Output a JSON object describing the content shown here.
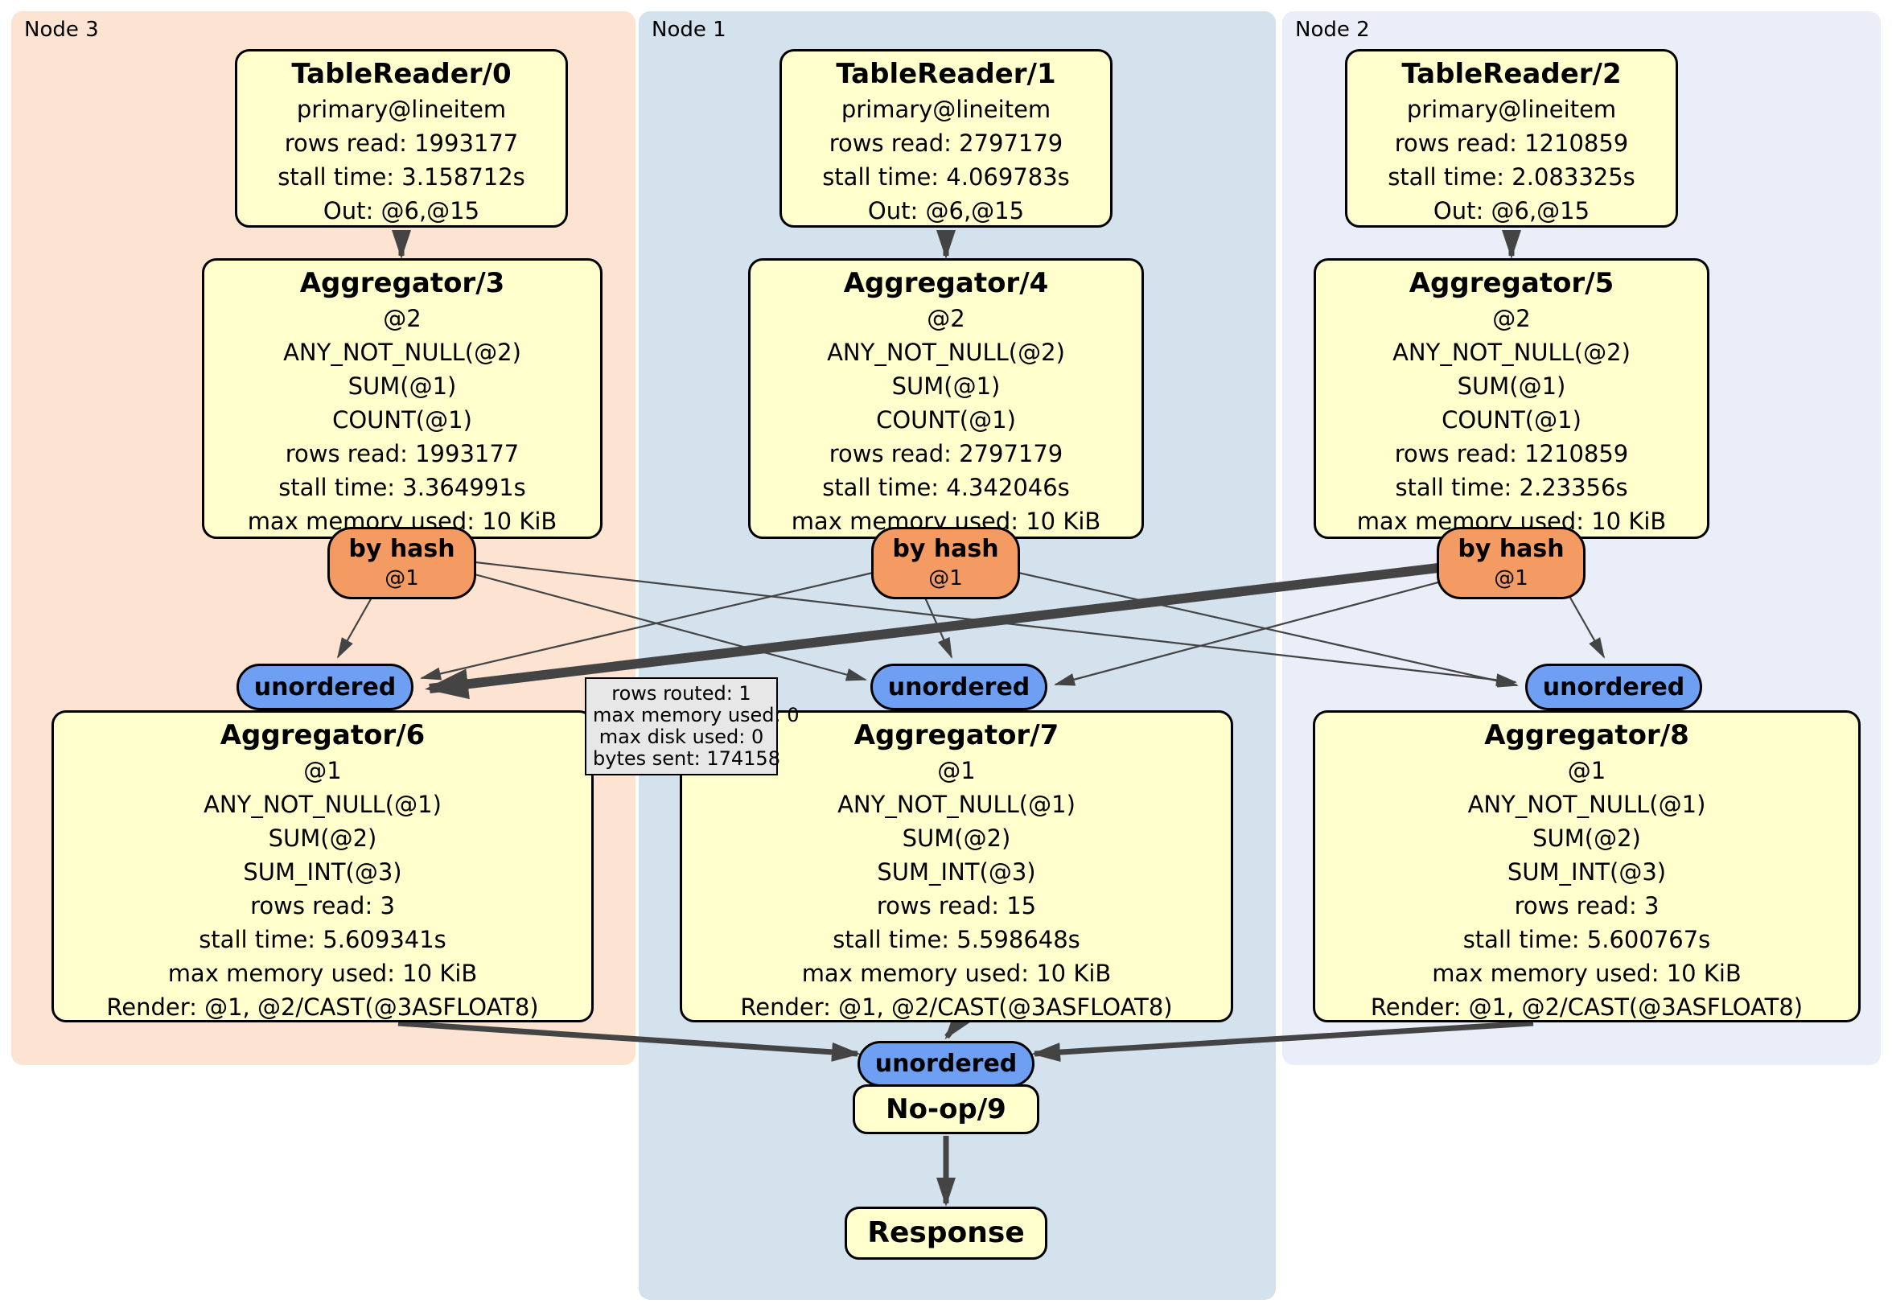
{
  "nodes": [
    {
      "label": "Node 3"
    },
    {
      "label": "Node 1"
    },
    {
      "label": "Node 2"
    }
  ],
  "processors": {
    "tr0": {
      "title": "TableReader/0",
      "lines": [
        "primary@lineitem",
        "rows read: 1993177",
        "stall time: 3.158712s",
        "Out: @6,@15"
      ]
    },
    "tr1": {
      "title": "TableReader/1",
      "lines": [
        "primary@lineitem",
        "rows read: 2797179",
        "stall time: 4.069783s",
        "Out: @6,@15"
      ]
    },
    "tr2": {
      "title": "TableReader/2",
      "lines": [
        "primary@lineitem",
        "rows read: 1210859",
        "stall time: 2.083325s",
        "Out: @6,@15"
      ]
    },
    "ag3": {
      "title": "Aggregator/3",
      "lines": [
        "@2",
        "ANY_NOT_NULL(@2)",
        "SUM(@1)",
        "COUNT(@1)",
        "rows read: 1993177",
        "stall time: 3.364991s",
        "max memory used: 10 KiB"
      ]
    },
    "ag4": {
      "title": "Aggregator/4",
      "lines": [
        "@2",
        "ANY_NOT_NULL(@2)",
        "SUM(@1)",
        "COUNT(@1)",
        "rows read: 2797179",
        "stall time: 4.342046s",
        "max memory used: 10 KiB"
      ]
    },
    "ag5": {
      "title": "Aggregator/5",
      "lines": [
        "@2",
        "ANY_NOT_NULL(@2)",
        "SUM(@1)",
        "COUNT(@1)",
        "rows read: 1210859",
        "stall time: 2.23356s",
        "max memory used: 10 KiB"
      ]
    },
    "ag6": {
      "title": "Aggregator/6",
      "lines": [
        "@1",
        "ANY_NOT_NULL(@1)",
        "SUM(@2)",
        "SUM_INT(@3)",
        "rows read: 3",
        "stall time: 5.609341s",
        "max memory used: 10 KiB",
        "Render: @1, @2/CAST(@3ASFLOAT8)"
      ]
    },
    "ag7": {
      "title": "Aggregator/7",
      "lines": [
        "@1",
        "ANY_NOT_NULL(@1)",
        "SUM(@2)",
        "SUM_INT(@3)",
        "rows read: 15",
        "stall time: 5.598648s",
        "max memory used: 10 KiB",
        "Render: @1, @2/CAST(@3ASFLOAT8)"
      ]
    },
    "ag8": {
      "title": "Aggregator/8",
      "lines": [
        "@1",
        "ANY_NOT_NULL(@1)",
        "SUM(@2)",
        "SUM_INT(@3)",
        "rows read: 3",
        "stall time: 5.600767s",
        "max memory used: 10 KiB",
        "Render: @1, @2/CAST(@3ASFLOAT8)"
      ]
    },
    "noop": {
      "title": "No-op/9"
    },
    "response": {
      "title": "Response"
    }
  },
  "routers": {
    "r3": {
      "label": "by hash",
      "detail": "@1"
    },
    "r4": {
      "label": "by hash",
      "detail": "@1"
    },
    "r5": {
      "label": "by hash",
      "detail": "@1"
    }
  },
  "syncs": {
    "s6": {
      "label": "unordered"
    },
    "s7": {
      "label": "unordered"
    },
    "s8": {
      "label": "unordered"
    },
    "sb": {
      "label": "unordered"
    }
  },
  "tooltip": {
    "lines": [
      "rows routed: 1",
      "max memory used: 0",
      "max disk used: 0",
      "bytes sent: 174158"
    ]
  },
  "colors": {
    "box_fill": "#ffffcd",
    "box_border": "#000000",
    "router_fill": "#f49a63",
    "sync_fill": "#6e9ff3",
    "tooltip_fill": "#e7e7e7",
    "node3_bg": "#fce3d2",
    "node1_bg": "#d4e2ee",
    "node2_bg": "#e9eef8",
    "edge_color": "#444444"
  }
}
